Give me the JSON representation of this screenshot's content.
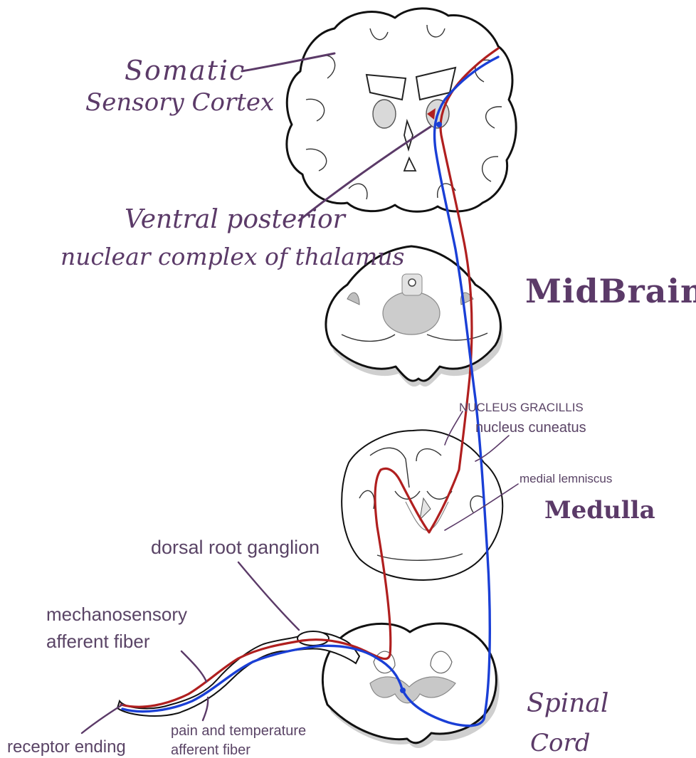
{
  "labels": {
    "somatic_cortex_line1": "Somatic",
    "somatic_cortex_line2": "Sensory Cortex",
    "thalamus_line1": "Ventral posterior",
    "thalamus_line2": "nuclear complex of thalamus",
    "midbrain": "MidBrain",
    "nucleus_gracilis": "NUCLEUS GRACILLIS",
    "nucleus_cuneatus": "nucleus cuneatus",
    "medial_lemniscus": "medial lemniscus",
    "medulla": "Medulla",
    "dorsal_root_ganglion": "dorsal root ganglion",
    "mechanosensory_line1": "mechanosensory",
    "mechanosensory_line2": "afferent fiber",
    "receptor_ending": "receptor ending",
    "pain_temp_line1": "pain and temperature",
    "pain_temp_line2": "afferent fiber",
    "spinal_line1": "Spinal",
    "spinal_line2": "Cord"
  },
  "colors": {
    "mechanosensory_tract": "#b01f1f",
    "pain_temperature_tract": "#1a3fd6",
    "label_ink": "#5b3a68"
  }
}
